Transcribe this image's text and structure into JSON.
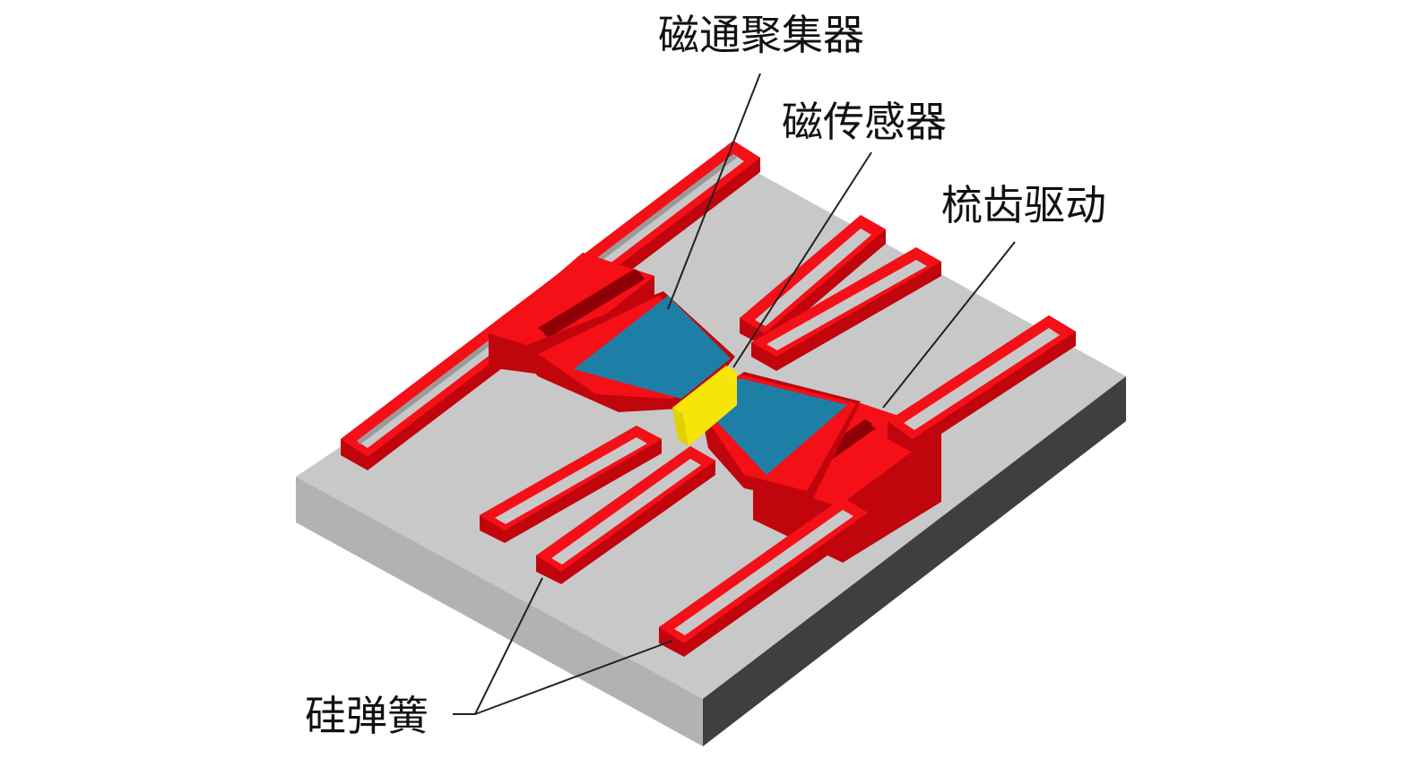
{
  "labels": {
    "flux_concentrator": "磁通聚集器",
    "magnetic_sensor": "磁传感器",
    "comb_drive": "梳齿驱动",
    "silicon_spring": "硅弹簧"
  },
  "colors": {
    "structure_red": "#f50f17",
    "concentrator_blue": "#1e7fa6",
    "sensor_yellow": "#f7e50a",
    "substrate_gray": "#c8c8c8"
  }
}
